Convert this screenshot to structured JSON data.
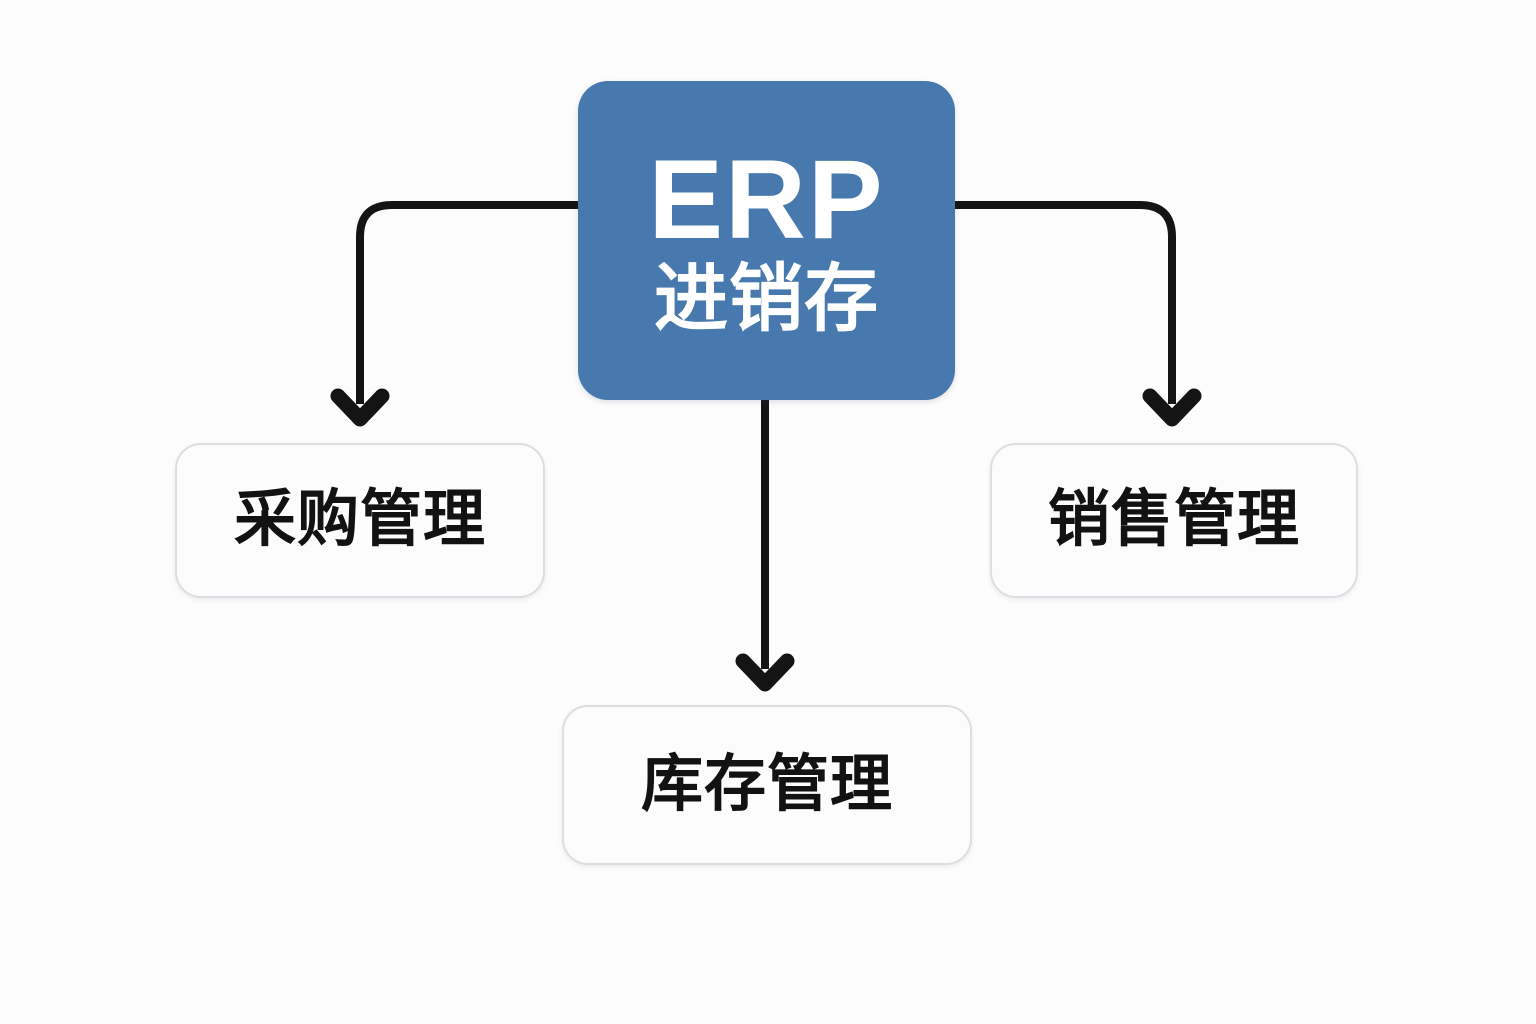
{
  "diagram": {
    "type": "hierarchy-tree",
    "background_color": "#fdfdfd",
    "root": {
      "title": "ERP",
      "subtitle": "进销存",
      "fill_color": "#4779ae",
      "text_color": "#ffffff"
    },
    "children": [
      {
        "id": "purchase",
        "label": "采购管理",
        "position": "left",
        "fill_color": "#fcfcfc",
        "border_color": "#dcdee1",
        "text_color": "#121212"
      },
      {
        "id": "inventory",
        "label": "库存管理",
        "position": "bottom",
        "fill_color": "#fcfcfc",
        "border_color": "#dcdee1",
        "text_color": "#121212"
      },
      {
        "id": "sales",
        "label": "销售管理",
        "position": "right",
        "fill_color": "#fcfcfc",
        "border_color": "#dcdee1",
        "text_color": "#121212"
      }
    ],
    "connectors": [
      {
        "id": "root-to-purchase",
        "from": "root",
        "to": "purchase",
        "style": "elbow-left-down",
        "color": "#141414"
      },
      {
        "id": "root-to-inventory",
        "from": "root",
        "to": "inventory",
        "style": "straight-down",
        "color": "#141414"
      },
      {
        "id": "root-to-sales",
        "from": "root",
        "to": "sales",
        "style": "elbow-right-down",
        "color": "#141414"
      }
    ]
  }
}
